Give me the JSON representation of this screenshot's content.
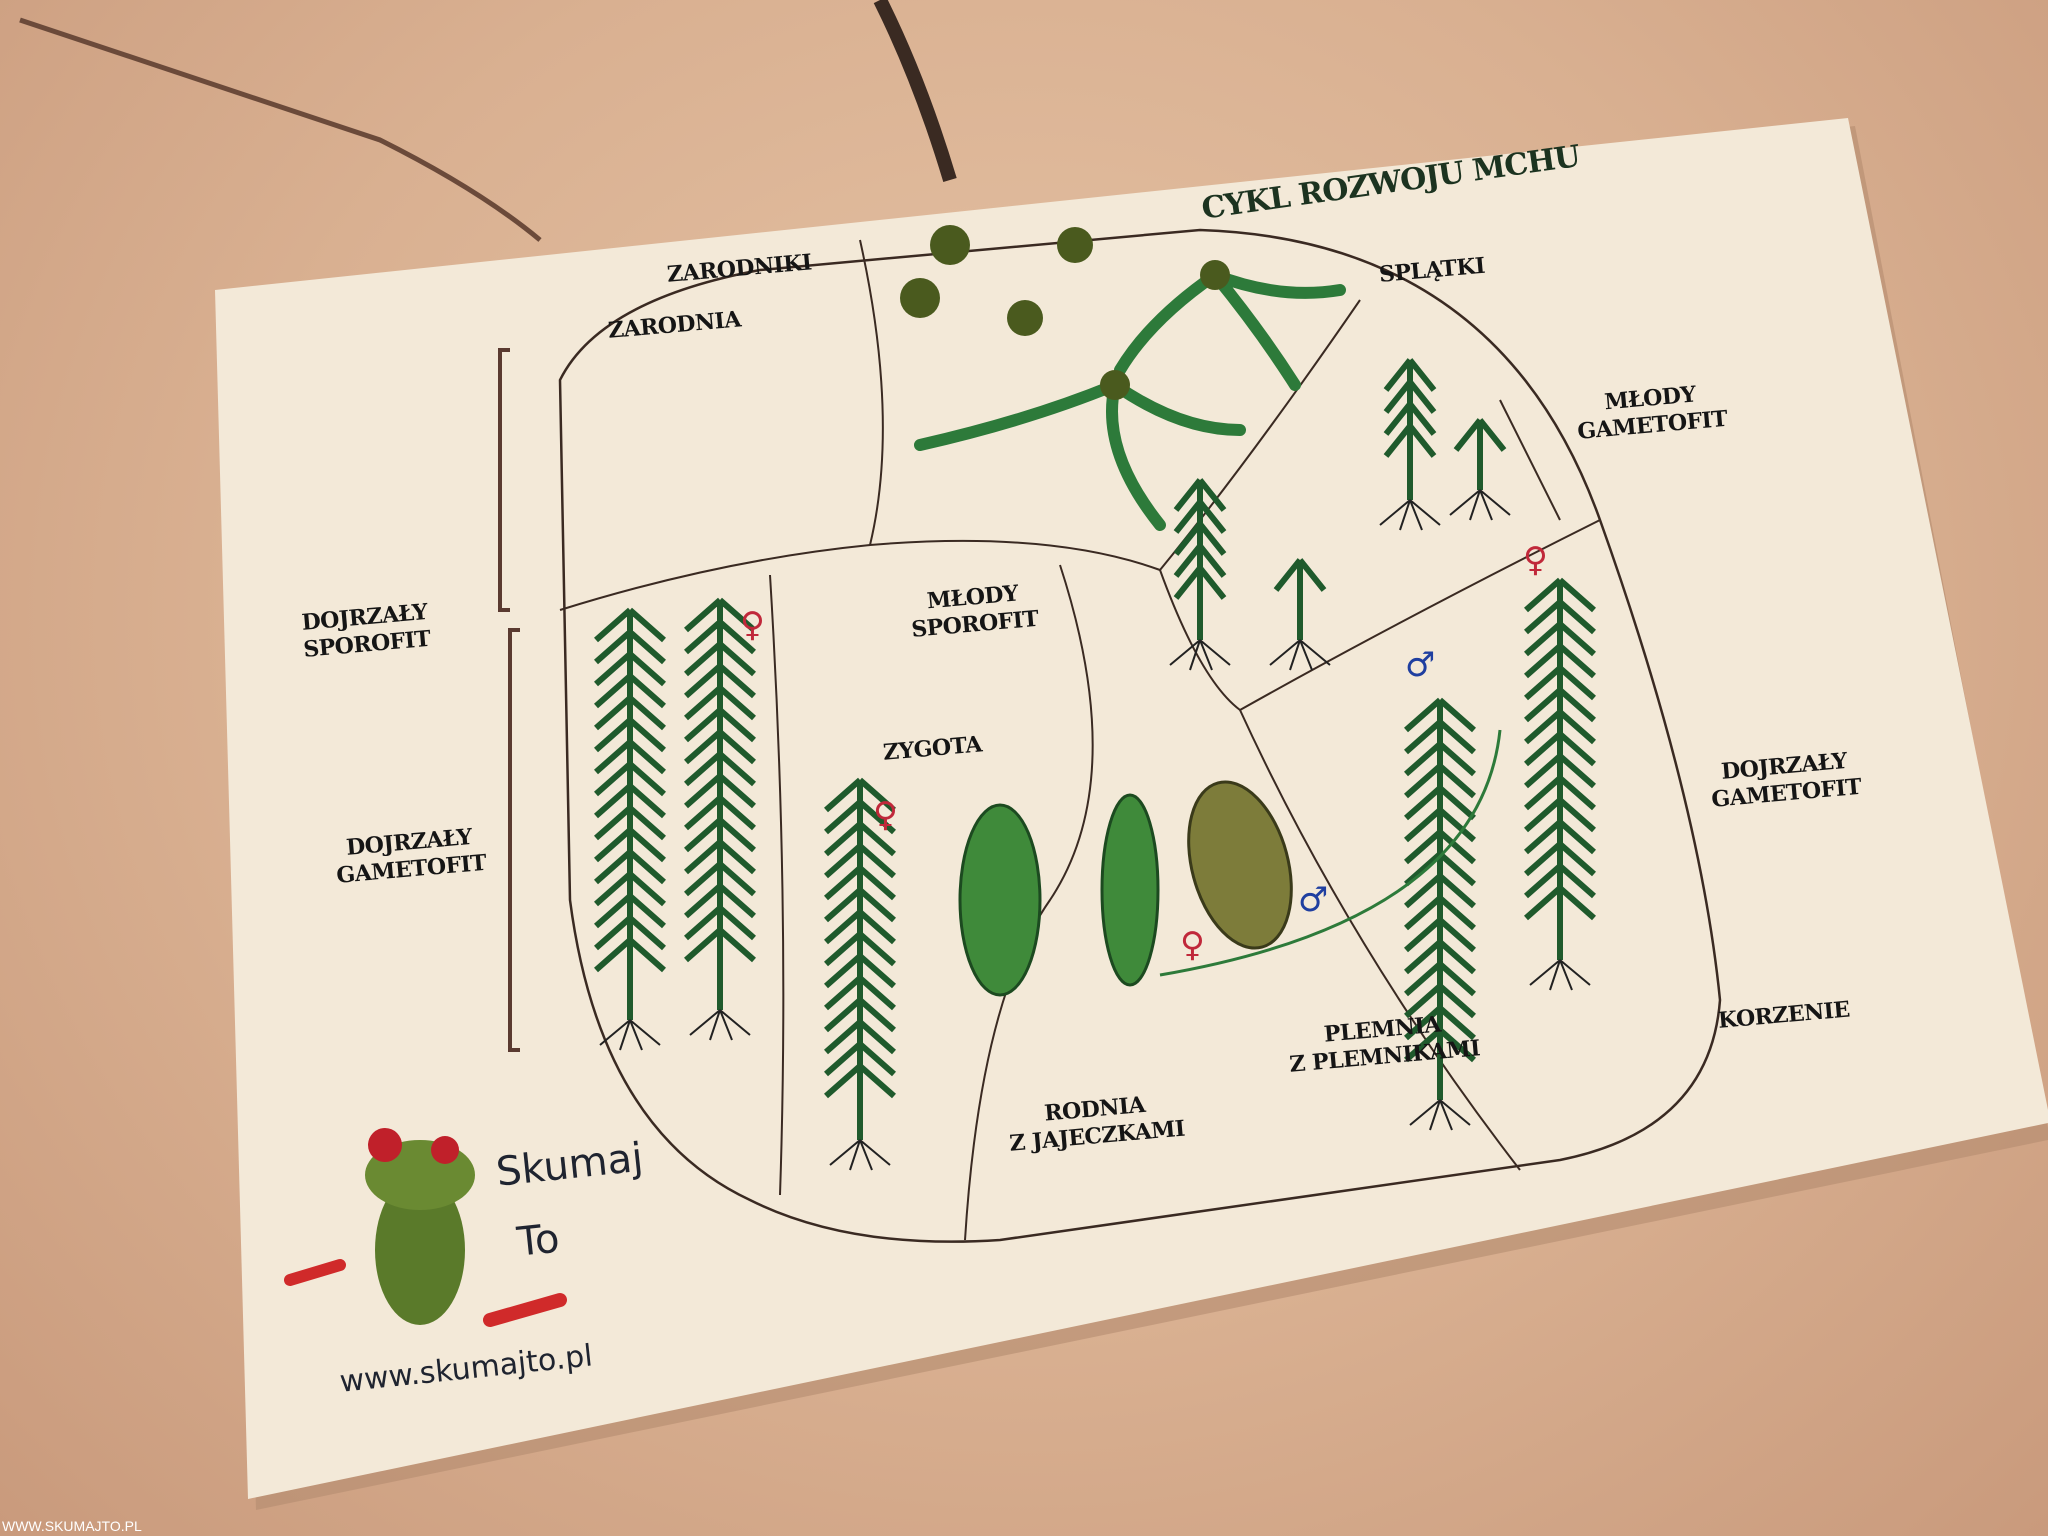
{
  "title": "CYKL ROZWOJU MCHU",
  "labels": {
    "zarodniki": "ZARODNIKI",
    "zarodnia": "ZARODNIA",
    "splatki": "SPLĄTKI",
    "mlody_gametofit": [
      "MŁODY",
      "GAMETOFIT"
    ],
    "dojrzaly_sporofit": [
      "DOJRZAŁY",
      "SPOROFIT"
    ],
    "mlody_sporofit": [
      "MŁODY",
      "SPOROFIT"
    ],
    "zygota": "ZYGOTA",
    "dojrzaly_gametofit_left": [
      "DOJRZAŁY",
      "GAMETOFIT"
    ],
    "dojrzaly_gametofit_right": [
      "DOJRZAŁY",
      "GAMETOFIT"
    ],
    "plemnia": [
      "PLEMNIA",
      "Z PLEMNIKAMI"
    ],
    "rodnia": [
      "RODNIA",
      "Z JAJECZKAMI"
    ],
    "korzenie": "KORZENIE"
  },
  "symbols": {
    "female": "♀",
    "male": "♂"
  },
  "logo": {
    "line1": "Skumaj",
    "line2": "To",
    "url": "www.skumajto.pl"
  },
  "watermark": "WWW.SKUMAJTO.PL",
  "colors": {
    "moss": "#1f5a2c",
    "board": "#f3e9d8",
    "table": "#d9b091",
    "cut_line": "#3a2a22"
  }
}
